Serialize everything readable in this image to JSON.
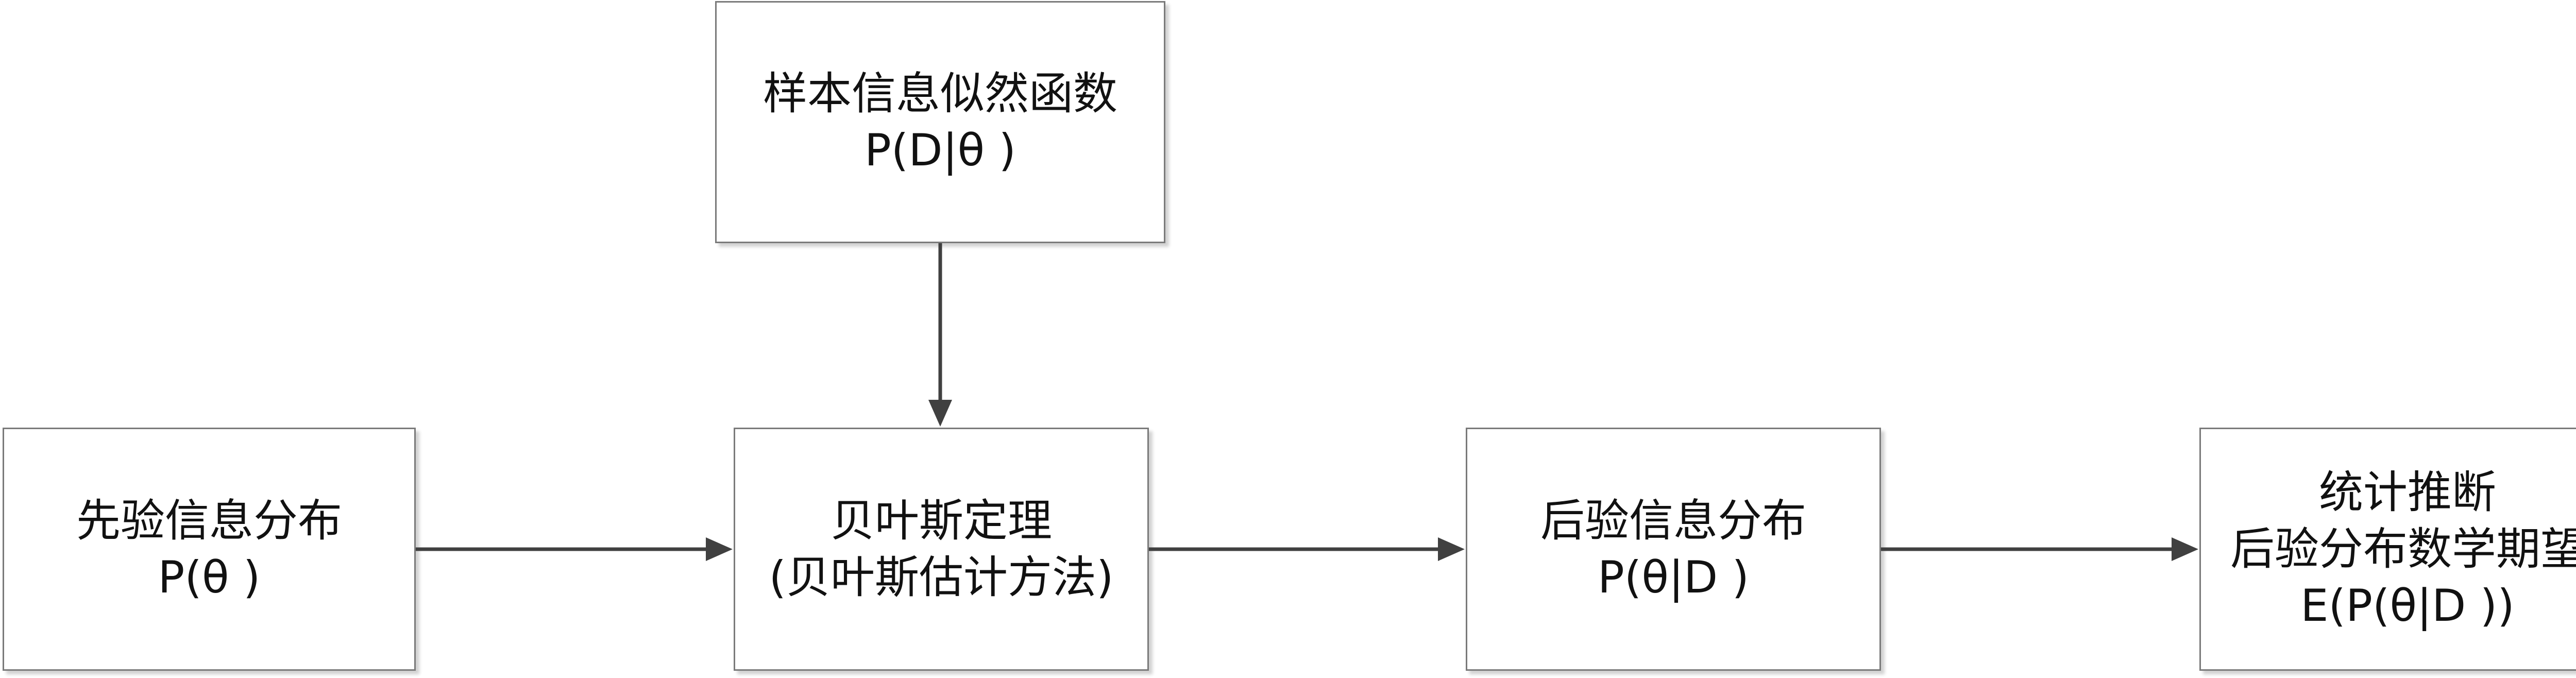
{
  "nodes": {
    "likelihood": {
      "line1": "样本信息似然函数",
      "line2": "P(D|θ )"
    },
    "prior": {
      "line1": "先验信息分布",
      "line2": "P(θ )"
    },
    "bayes": {
      "line1": "贝叶斯定理",
      "line2": "(贝叶斯估计方法)"
    },
    "posterior": {
      "line1": "后验信息分布",
      "line2": "P(θ|D )"
    },
    "inference": {
      "line1": "统计推断",
      "line2": "后验分布数学期望",
      "line3": "E(P(θ|D ))"
    }
  },
  "edges": [
    {
      "from": "likelihood",
      "to": "bayes"
    },
    {
      "from": "prior",
      "to": "bayes"
    },
    {
      "from": "bayes",
      "to": "posterior"
    },
    {
      "from": "posterior",
      "to": "inference"
    }
  ],
  "colors": {
    "line": "#404040",
    "border": "#7a7a7a",
    "text": "#111111"
  }
}
